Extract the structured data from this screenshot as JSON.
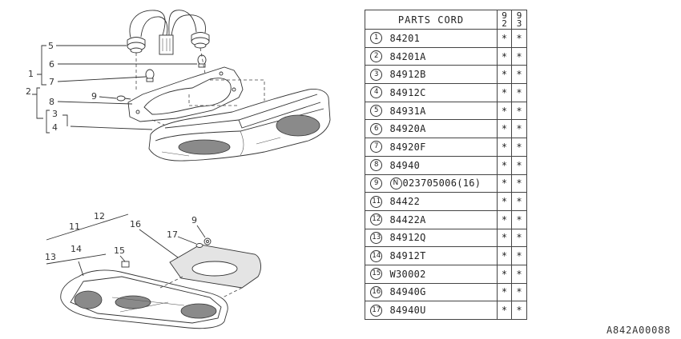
{
  "diagram": {
    "callouts_upper": [
      "5",
      "6",
      "1",
      "7",
      "2",
      "8",
      "9",
      "3",
      "4"
    ],
    "callouts_lower": [
      "12",
      "11",
      "16",
      "9",
      "17",
      "14",
      "13",
      "15"
    ]
  },
  "parts_table": {
    "header": "PARTS CORD",
    "model_columns": [
      "92",
      "93"
    ],
    "rows": [
      {
        "no": "1",
        "code": "84201",
        "m92": "*",
        "m93": "*"
      },
      {
        "no": "2",
        "code": "84201A",
        "m92": "*",
        "m93": "*"
      },
      {
        "no": "3",
        "code": "84912B",
        "m92": "*",
        "m93": "*"
      },
      {
        "no": "4",
        "code": "84912C",
        "m92": "*",
        "m93": "*"
      },
      {
        "no": "5",
        "code": "84931A",
        "m92": "*",
        "m93": "*"
      },
      {
        "no": "6",
        "code": "84920A",
        "m92": "*",
        "m93": "*"
      },
      {
        "no": "7",
        "code": "84920F",
        "m92": "*",
        "m93": "*"
      },
      {
        "no": "8",
        "code": "84940",
        "m92": "*",
        "m93": "*"
      },
      {
        "no": "9",
        "prefix": "N",
        "code": "023705006(16)",
        "m92": "*",
        "m93": "*"
      },
      {
        "no": "11",
        "code": "84422",
        "m92": "*",
        "m93": "*"
      },
      {
        "no": "12",
        "code": "84422A",
        "m92": "*",
        "m93": "*"
      },
      {
        "no": "13",
        "code": "84912Q",
        "m92": "*",
        "m93": "*"
      },
      {
        "no": "14",
        "code": "84912T",
        "m92": "*",
        "m93": "*"
      },
      {
        "no": "15",
        "code": "W30002",
        "m92": "*",
        "m93": "*"
      },
      {
        "no": "16",
        "code": "84940G",
        "m92": "*",
        "m93": "*"
      },
      {
        "no": "17",
        "code": "84940U",
        "m92": "*",
        "m93": "*"
      }
    ]
  },
  "document_code": "A842A00088"
}
